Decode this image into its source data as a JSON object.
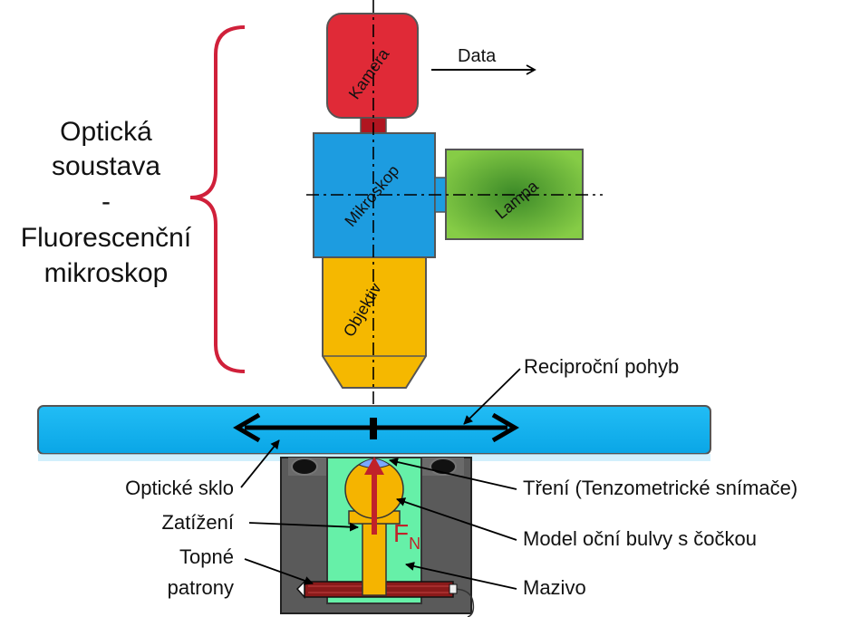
{
  "group_label": {
    "line1": "Optická",
    "line2": "soustava",
    "line3": "-",
    "line4": "Fluorescenční",
    "line5": "mikroskop"
  },
  "components": {
    "camera": "Kamera",
    "microscope": "Mikroskop",
    "lamp": "Lampa",
    "objective": "Objektiv"
  },
  "data_output": "Data",
  "labels_right": {
    "reciprocal_motion": "Reciproční pohyb",
    "friction": "Tření (Tenzometrické  snímače)",
    "eye_model": "Model oční bulvy s čočkou",
    "lubricant": "Mazivo"
  },
  "labels_left": {
    "optical_glass": "Optické sklo",
    "load": "Zatížení",
    "heating_line1": "Topné",
    "heating_line2": "patrony"
  },
  "force": {
    "symbol": "F",
    "subscript": "N"
  },
  "colors": {
    "camera": "#e02a37",
    "microscope": "#1d9ce0",
    "lamp": "#7dc242",
    "objective": "#f5b800",
    "glass": "#18b4f0",
    "holder": "#555555",
    "lubricant": "#66f0a8",
    "eyeball": "#f5b400",
    "heater": "#8a1a1a",
    "force": "#c0222a",
    "brace": "#d0203a"
  }
}
